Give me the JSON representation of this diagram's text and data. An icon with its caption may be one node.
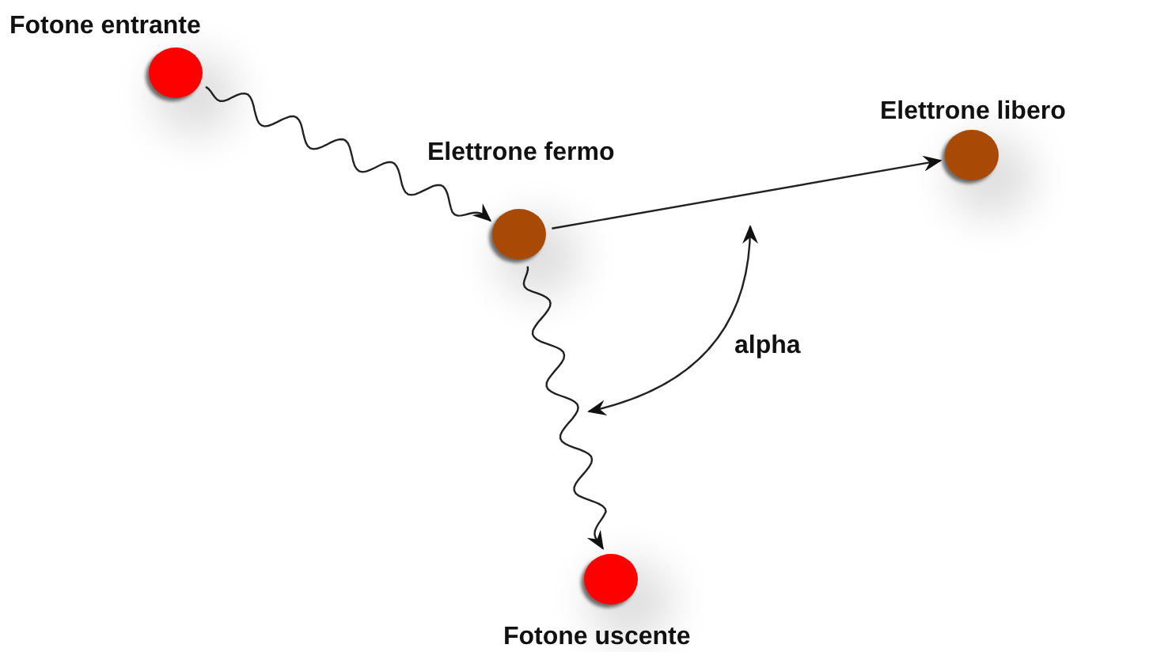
{
  "diagram": {
    "nodes": [
      {
        "text": [],
        "shape": "circle",
        "beside": [
          "Fotone entrante"
        ]
      },
      {
        "text": [],
        "shape": "circle",
        "beside": [
          "Elettrone fermo"
        ]
      },
      {
        "text": [],
        "shape": "circle",
        "beside": [
          "Elettrone libero"
        ]
      },
      {
        "text": [],
        "shape": "circle",
        "beside": [
          "Fotone uscente"
        ]
      }
    ],
    "edges": [
      {
        "from": 0,
        "to": 1,
        "arrow": "to"
      },
      {
        "from": 1,
        "to": 2,
        "arrow": "to"
      },
      {
        "from": 1,
        "to": 3,
        "arrow": "to"
      }
    ],
    "labels": [
      "alpha"
    ]
  }
}
